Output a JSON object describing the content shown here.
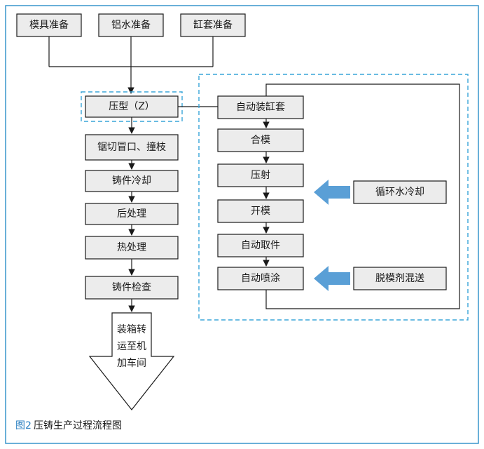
{
  "diagram": {
    "prep": [
      "模具准备",
      "铝水准备",
      "缸套准备"
    ],
    "main_steps": [
      "压型（Z）",
      "锯切冒口、撞枝",
      "铸件冷却",
      "后处理",
      "热处理",
      "铸件检查"
    ],
    "final_arrow_lines": [
      "装箱转",
      "运至机",
      "加车间"
    ],
    "cycle_steps": [
      "自动装缸套",
      "合模",
      "压射",
      "开模",
      "自动取件",
      "自动喷涂"
    ],
    "inputs": {
      "cooling": "循环水冷却",
      "release_agent": "脱模剂混送"
    },
    "caption": {
      "prefix": "图2",
      "text": "压铸生产过程流程图"
    },
    "colors": {
      "frame": "#2b8fc7",
      "dashed": "#3aa6d9",
      "box_fill": "#ececec",
      "input_arrow": "#5a9fd6"
    }
  }
}
